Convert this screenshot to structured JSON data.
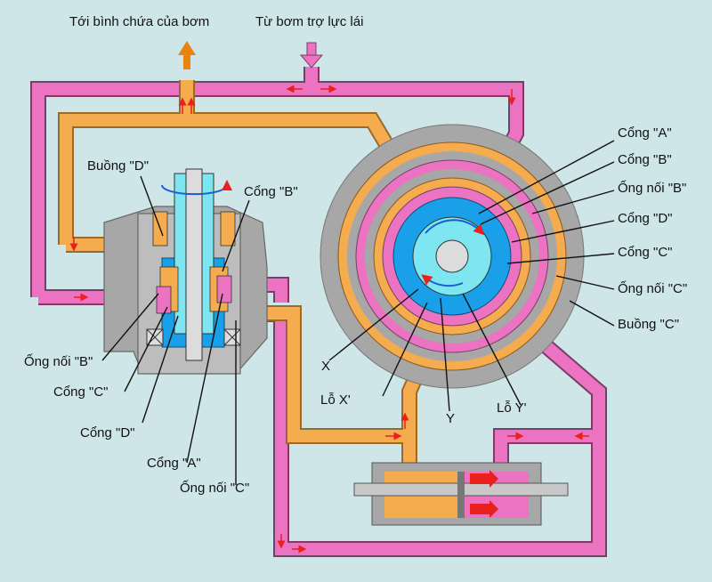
{
  "colors": {
    "background": "#cfe6e9",
    "return_line": "#f4ac4e",
    "pressure_line": "#ec73c1",
    "valve_body": "#a7a7a7",
    "spool": "#19a0e8",
    "rotor": "#7ee6f0",
    "arrow_red": "#e8201e"
  },
  "labels": {
    "to_reservoir": "Tới bình chứa của bơm",
    "from_pump": "Từ bơm trợ lực lái",
    "chamber_d": "Buồng \"D\"",
    "port_b_top": "Cổng \"B\"",
    "port_a_right": "Cổng \"A\"",
    "port_b_right": "Cổng \"B\"",
    "pipe_b_right": "Ống nối \"B\"",
    "port_d_right": "Cổng \"D\"",
    "port_c_right": "Cổng \"C\"",
    "pipe_c_right": "Ống nối \"C\"",
    "chamber_c": "Buồng \"C\"",
    "pipe_b_left": "Ống nối \"B\"",
    "port_c_left": "Cổng \"C\"",
    "port_d_left": "Cổng \"D\"",
    "port_a_bottom": "Cổng \"A\"",
    "pipe_c_bottom": "Ống nối \"C\"",
    "x": "X",
    "hole_x": "Lỗ X'",
    "y": "Y",
    "hole_y": "Lỗ Y'"
  }
}
